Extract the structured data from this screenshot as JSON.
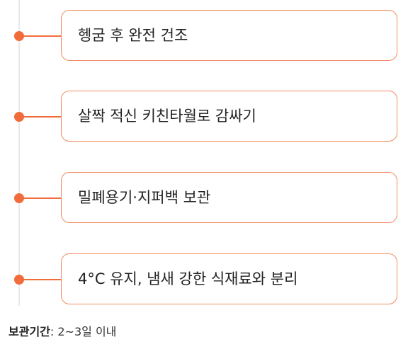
{
  "accent_color": "#f26b3a",
  "steps": [
    {
      "text": "헹굼 후 완전 건조"
    },
    {
      "text": "살짝 적신 키친타월로 감싸기"
    },
    {
      "text": "밀폐용기·지퍼백 보관"
    },
    {
      "text": "4°C 유지, 냄새 강한 식재료와 분리"
    }
  ],
  "storage": {
    "label": "보관기간",
    "separator": ": ",
    "value": "2~3일 이내"
  }
}
